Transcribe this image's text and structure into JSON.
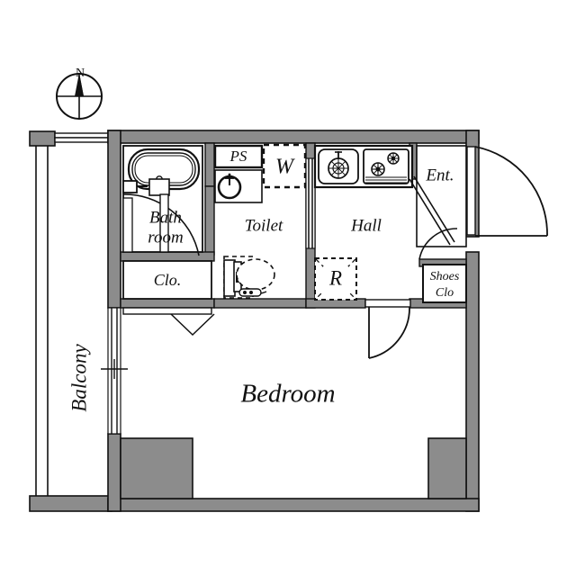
{
  "plan": {
    "title": "Apartment Floor Plan",
    "compass": {
      "north_label": "N",
      "icon": "compass-rose-icon"
    },
    "colors": {
      "wall_fill": "#8c8c8c",
      "wall_stroke": "#111111",
      "floor_fill": "#ffffff",
      "text": "#111111",
      "background": "#ffffff"
    },
    "rooms": [
      {
        "key": "balcony",
        "label": "Balcony",
        "orientation": "vertical"
      },
      {
        "key": "bathroom",
        "label_line1": "Bath",
        "label_line2": "room"
      },
      {
        "key": "toilet",
        "label": "Toilet"
      },
      {
        "key": "hall",
        "label": "Hall"
      },
      {
        "key": "entrance",
        "label": "Ent."
      },
      {
        "key": "closet",
        "label": "Clo."
      },
      {
        "key": "shoes_closet",
        "label_line1": "Shoes",
        "label_line2": "Clo"
      },
      {
        "key": "bedroom",
        "label": "Bedroom"
      }
    ],
    "fixtures": [
      {
        "key": "pipe_shaft",
        "label": "PS",
        "box": "solid",
        "name": "pipe-shaft-box"
      },
      {
        "key": "washer",
        "label": "W",
        "box": "dashed",
        "name": "washing-machine-box"
      },
      {
        "key": "refrigerator",
        "label": "R",
        "box": "dashed",
        "name": "refrigerator-box"
      },
      {
        "key": "bathtub",
        "label": "",
        "name": "bathtub-icon"
      },
      {
        "key": "washbasin",
        "label": "",
        "name": "washbasin-icon"
      },
      {
        "key": "toilet_bowl",
        "label": "",
        "name": "toilet-fixture-icon"
      },
      {
        "key": "kitchen_sink",
        "label": "",
        "name": "kitchen-sink-icon"
      },
      {
        "key": "gas_stove",
        "label": "",
        "name": "gas-stove-icon"
      }
    ],
    "labels": {
      "balcony": "Balcony",
      "bath_line1": "Bath",
      "bath_line2": "room",
      "toilet": "Toilet",
      "hall": "Hall",
      "entrance": "Ent.",
      "closet": "Clo.",
      "shoes_line1": "Shoes",
      "shoes_line2": "Clo",
      "bedroom": "Bedroom",
      "ps": "PS",
      "washer": "W",
      "refrigerator": "R",
      "north": "N"
    }
  }
}
